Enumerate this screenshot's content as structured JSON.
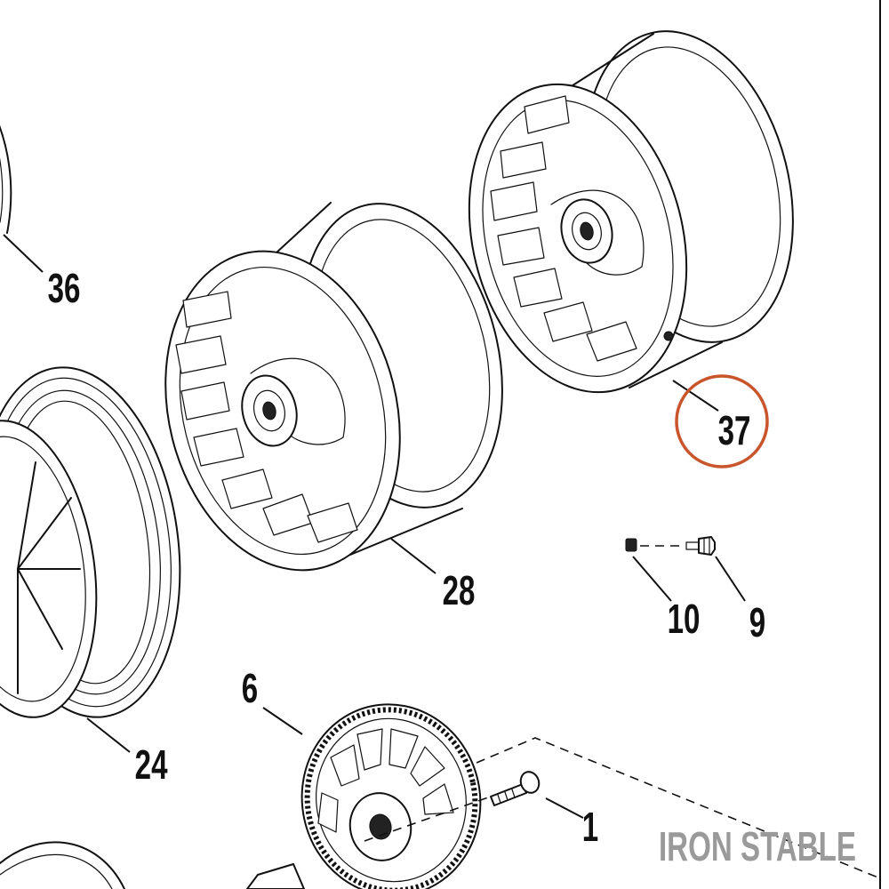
{
  "callouts": {
    "c36": "36",
    "c37": "37",
    "c28": "28",
    "c10": "10",
    "c9": "9",
    "c6": "6",
    "c24": "24",
    "c1": "1"
  },
  "highlighted_callout": "37",
  "highlight_color": "#c8552b",
  "watermark": "IRON STABLE"
}
